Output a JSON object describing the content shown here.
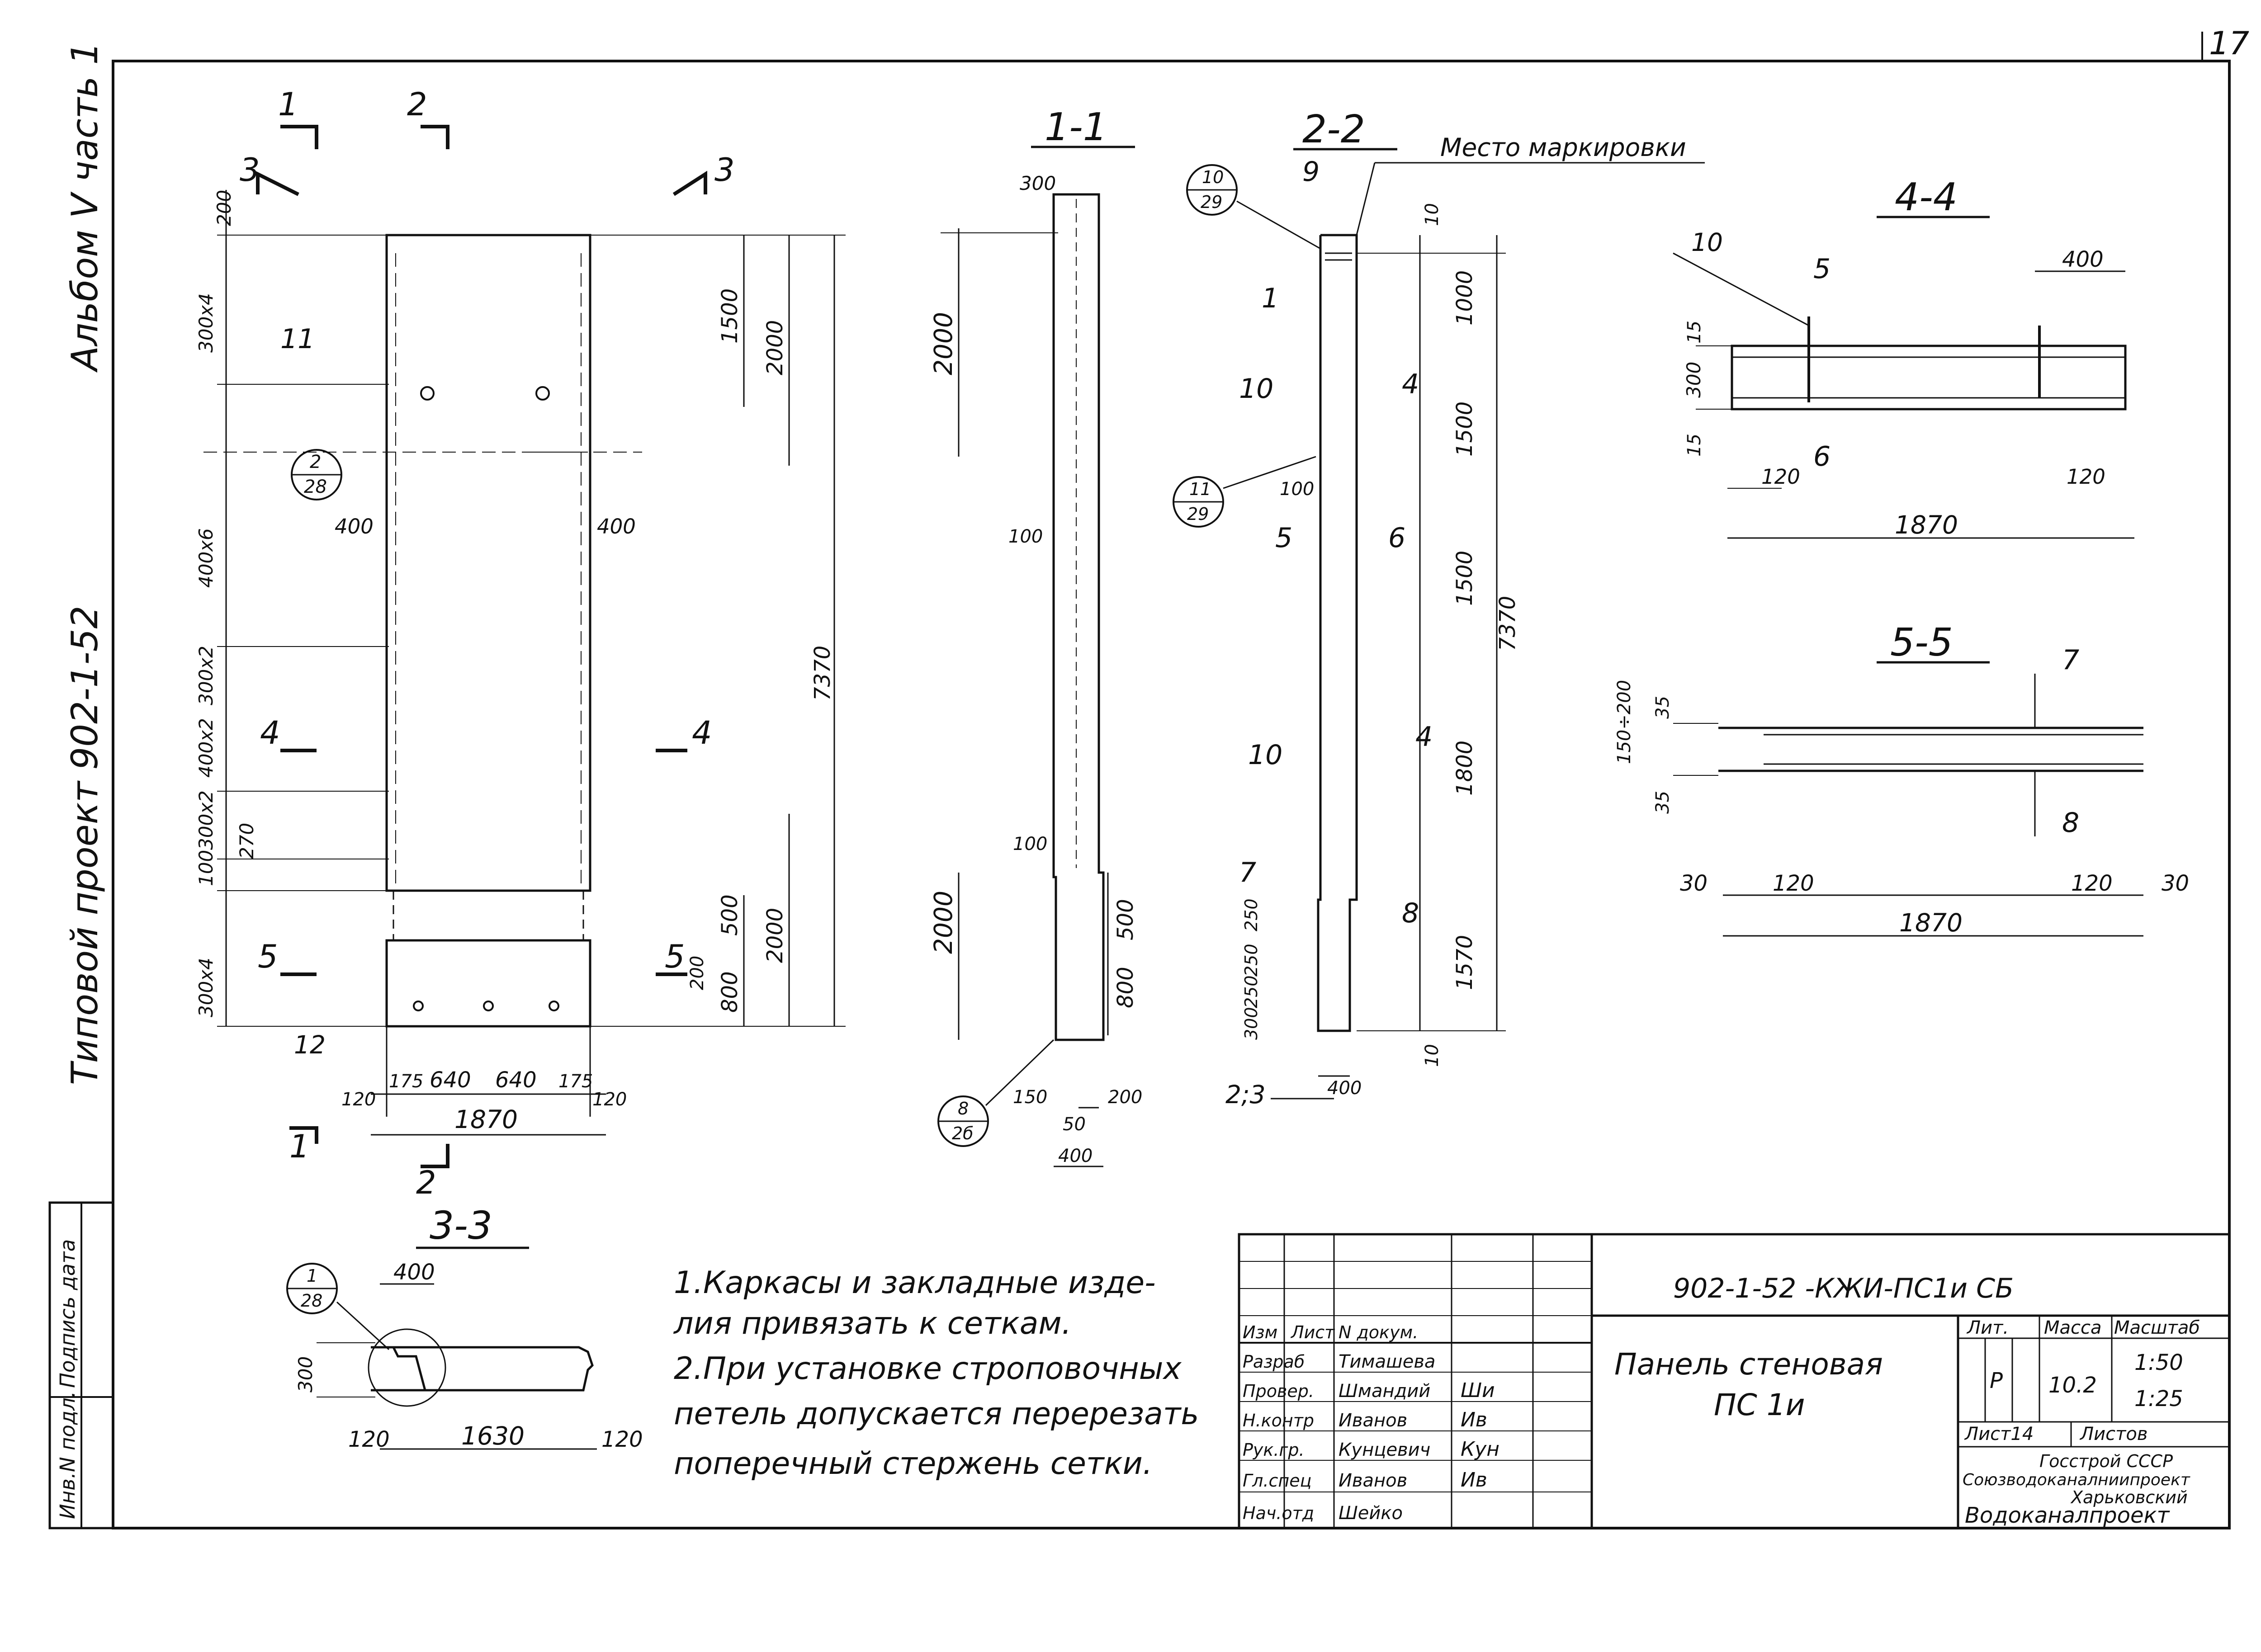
{
  "sheet_number": "17",
  "side_labels": {
    "album": "Альбом V часть 1",
    "project": "Типовой проект 902-1-52"
  },
  "views": {
    "front": {
      "cuts": [
        "1",
        "2",
        "3",
        "4",
        "5"
      ],
      "callout_2": {
        "top": "2",
        "bottom": "28"
      },
      "label_11": "11",
      "label_12": "12",
      "left_dims": [
        "200",
        "300x4",
        "400x6",
        "400",
        "400x2",
        "300x2",
        "300x2",
        "100",
        "270",
        "300x4"
      ],
      "right_dims": [
        "1500",
        "2000",
        "7370",
        "500",
        "2000",
        "800",
        "200"
      ],
      "inner_400_right": "400",
      "bottom_dims": [
        "120",
        "175",
        "640",
        "640",
        "175",
        "120"
      ],
      "total_width": "1870"
    },
    "section_1_1": {
      "title": "1-1",
      "dims": [
        "300",
        "2000",
        "100",
        "100",
        "2000",
        "500",
        "800",
        "150",
        "200",
        "50",
        "400"
      ],
      "callout": {
        "top": "8",
        "bottom": "2б"
      }
    },
    "section_2_2": {
      "title": "2-2",
      "marking": "Место маркировки",
      "callout_top": {
        "top": "10",
        "bottom": "29"
      },
      "callout_mid": {
        "top": "11",
        "bottom": "29"
      },
      "position_labels": [
        "9",
        "1",
        "10",
        "4",
        "5",
        "6",
        "10",
        "4",
        "7",
        "8"
      ],
      "dim_100": "100",
      "right_dims": [
        "10",
        "1000",
        "1500",
        "1500",
        "7370",
        "1800",
        "1570",
        "10"
      ],
      "left_dims": [
        "250",
        "250",
        "250",
        "300"
      ],
      "bottom_left": "2;3",
      "bottom_width": "400"
    },
    "section_3_3": {
      "title": "3-3",
      "callout": {
        "top": "1",
        "bottom": "28"
      },
      "dims": [
        "400",
        "300",
        "120",
        "1630",
        "120"
      ]
    },
    "section_4_4": {
      "title": "4-4",
      "labels": [
        "10",
        "5",
        "6"
      ],
      "dims": [
        "400",
        "15",
        "300",
        "15",
        "120",
        "120",
        "1870"
      ]
    },
    "section_5_5": {
      "title": "5-5",
      "labels": [
        "7",
        "8"
      ],
      "dims": [
        "150÷200",
        "35",
        "35",
        "30",
        "120",
        "120",
        "30",
        "1870"
      ]
    }
  },
  "notes": [
    "1.Каркасы и закладные изде-",
    "лия привязать к сеткам.",
    "2.При установке строповочных",
    "петель допускается перерезать",
    "поперечный стержень сетки."
  ],
  "left_stamp": [
    "Инв.N подл.",
    "Подпись дата"
  ],
  "title_block": {
    "document_code": "902-1-52 -КЖИ-ПС1и СБ",
    "name_line1": "Панель стеновая",
    "name_line2": "ПС 1и",
    "headers": {
      "lit": "Лит.",
      "mass": "Масса",
      "scale": "Масштаб"
    },
    "lit_value": "Р",
    "mass_value": "10.2",
    "scale_values": [
      "1:50",
      "1:25"
    ],
    "sheet": "Лист14",
    "sheets": "Листов",
    "org": [
      "Госстрой СССР",
      "Союзводоканалниипроект",
      "Харьковский",
      "Водоканалпроект"
    ],
    "change_header": [
      "Изм",
      "Лист",
      "N докум."
    ],
    "roles": [
      {
        "role": "Разраб",
        "name": "Тимашева",
        "sign": ""
      },
      {
        "role": "Провер.",
        "name": "Шмандий",
        "sign": "Ши"
      },
      {
        "role": "Н.контр",
        "name": "Иванов",
        "sign": "Ив"
      },
      {
        "role": "Рук.гр.",
        "name": "Кунцевич",
        "sign": "Кун"
      },
      {
        "role": "Гл.спец",
        "name": "Иванов",
        "sign": "Ив"
      },
      {
        "role": "Нач.отд",
        "name": "Шейко",
        "sign": ""
      }
    ]
  }
}
